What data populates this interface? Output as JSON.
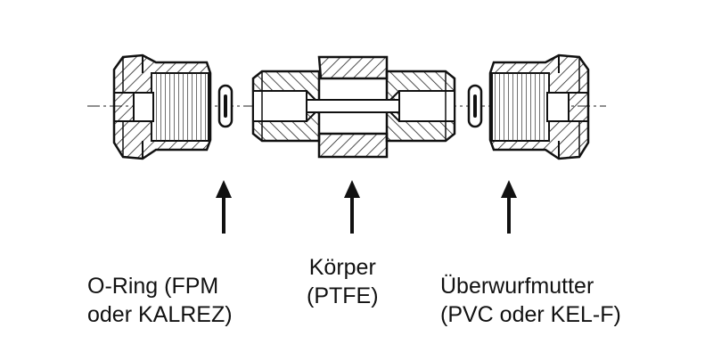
{
  "labels": {
    "o_ring": {
      "line1": "O-Ring (FPM",
      "line2": "oder KALREZ)"
    },
    "body": {
      "line1": "Körper",
      "line2": "(PTFE)"
    },
    "union_nut": {
      "line1": "Überwurfmutter",
      "line2": "(PVC oder KEL-F)"
    }
  },
  "colors": {
    "ink": "#111111",
    "hatch": "#222222",
    "background": "#ffffff"
  }
}
